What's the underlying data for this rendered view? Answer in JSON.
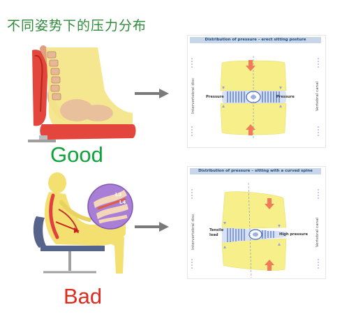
{
  "title": "不同姿势下的压力分布",
  "good": {
    "verdict": "Good",
    "panel_title": "Distribution of pressure – erect sitting posture",
    "left_axis": "Intervertebral disc",
    "right_axis": "Vertebral canal",
    "label_left": "Pressure",
    "label_right": "Pressure"
  },
  "bad": {
    "verdict": "Bad",
    "panel_title": "Distribution of pressure – sitting with a curved spine",
    "left_axis": "Intervertebral disc",
    "right_axis": "Vertebral canal",
    "label_left_1": "Tensile",
    "label_left_2": "load",
    "label_right": "High pressure",
    "vertebra_labels": [
      "L3",
      "L4"
    ]
  },
  "colors": {
    "title_green": "#2e8b3a",
    "good_green": "#0fa33a",
    "bad_red": "#e02a1c",
    "arrow_gray": "#7a7a7a",
    "pressure_arrow": "#f07a5a",
    "disc_blue": "#3f63c9",
    "vertebra_yellow": "#f7ef8a"
  }
}
